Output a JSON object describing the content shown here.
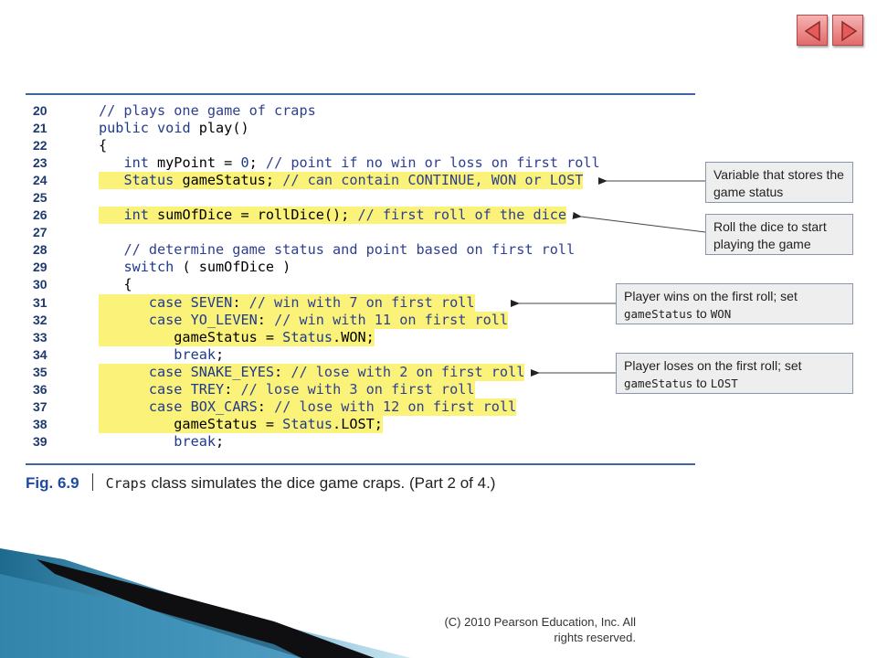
{
  "nav": {
    "prev_icon": "triangle-left-icon",
    "next_icon": "triangle-right-icon"
  },
  "code": {
    "lines": [
      {
        "n": "20",
        "text": "// plays one game of craps"
      },
      {
        "n": "21",
        "text": "public void play()"
      },
      {
        "n": "22",
        "text": "{"
      },
      {
        "n": "23",
        "text": "   int myPoint = 0; // point if no win or loss on first roll"
      },
      {
        "n": "24",
        "text": "   Status gameStatus; // can contain CONTINUE, WON or LOST"
      },
      {
        "n": "25",
        "text": ""
      },
      {
        "n": "26",
        "text": "   int sumOfDice = rollDice(); // first roll of the dice"
      },
      {
        "n": "27",
        "text": ""
      },
      {
        "n": "28",
        "text": "   // determine game status and point based on first roll"
      },
      {
        "n": "29",
        "text": "   switch ( sumOfDice )"
      },
      {
        "n": "30",
        "text": "   {"
      },
      {
        "n": "31",
        "text": "      case SEVEN: // win with 7 on first roll"
      },
      {
        "n": "32",
        "text": "      case YO_LEVEN: // win with 11 on first roll"
      },
      {
        "n": "33",
        "text": "         gameStatus = Status.WON;"
      },
      {
        "n": "34",
        "text": "         break;"
      },
      {
        "n": "35",
        "text": "      case SNAKE_EYES: // lose with 2 on first roll"
      },
      {
        "n": "36",
        "text": "      case TREY: // lose with 3 on first roll"
      },
      {
        "n": "37",
        "text": "      case BOX_CARS: // lose with 12 on first roll"
      },
      {
        "n": "38",
        "text": "         gameStatus = Status.LOST;"
      },
      {
        "n": "39",
        "text": "         break;"
      }
    ]
  },
  "callouts": {
    "c1": {
      "text": "Variable that stores the game status"
    },
    "c2": {
      "text": "Roll the dice to start playing the game"
    },
    "c3": {
      "prefix": "Player wins on the first roll; set",
      "code": "gameStatus",
      "to": "to",
      "value": "WON"
    },
    "c4": {
      "prefix": "Player loses on the first roll; set",
      "code": "gameStatus",
      "to": "to",
      "value": "LOST"
    }
  },
  "caption": {
    "fig": "Fig. 6.9",
    "class_name": "Craps",
    "rest": "class simulates the dice game craps. (Part 2 of 4.)"
  },
  "copyright": "(C) 2010 Pearson Education, Inc. All rights reserved.",
  "colors": {
    "highlight": "#fbf27a",
    "rule": "#3f63a8",
    "code_blue": "#1f3a8c",
    "nav_red": "#e26a6a"
  }
}
